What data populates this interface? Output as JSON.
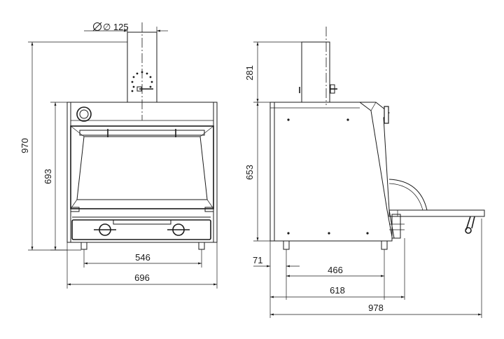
{
  "diagram": {
    "front_view": {
      "flue_diameter_label": "∅ 125",
      "dimensions": {
        "total_height": "970",
        "body_height": "693",
        "inner_width": "546",
        "total_width": "696"
      }
    },
    "side_view": {
      "dimensions": {
        "flue_height": "281",
        "body_height": "653",
        "offset": "71",
        "leg_span": "466",
        "body_depth": "618",
        "total_depth": "978"
      }
    }
  }
}
